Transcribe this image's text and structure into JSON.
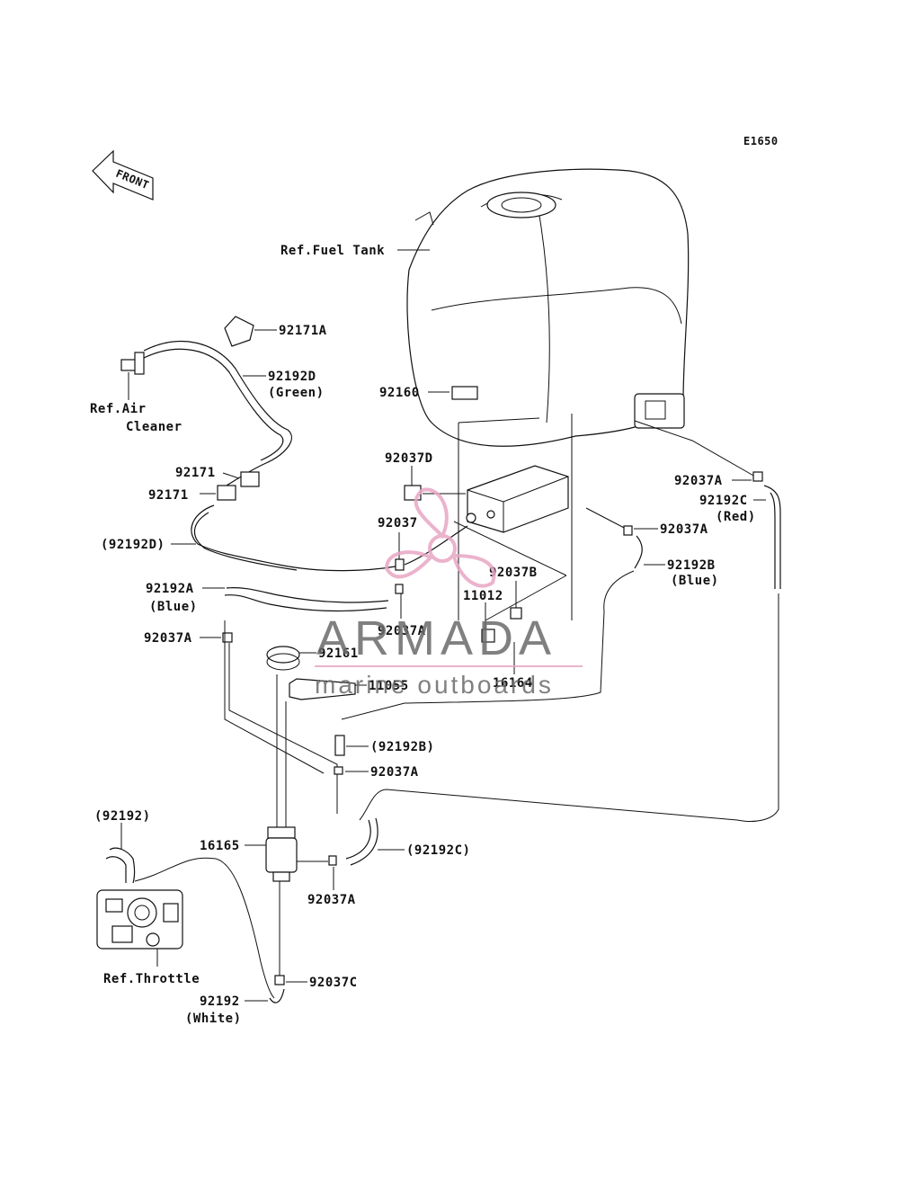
{
  "diagram_code": "E1650",
  "front_arrow_text": "FRONT",
  "labels": {
    "fuel_tank": "Ref.Fuel Tank",
    "p92171A": "92171A",
    "p92192D": "92192D",
    "green": "(Green)",
    "air_cleaner_1": "Ref.Air",
    "air_cleaner_2": "Cleaner",
    "p92160": "92160",
    "p92037D": "92037D",
    "p92171_a": "92171",
    "p92171_b": "92171",
    "p92192D_paren": "(92192D)",
    "p92037": "92037",
    "p92037B": "92037B",
    "p11012": "11012",
    "p92192A": "92192A",
    "blue_a": "(Blue)",
    "p92037A_mid": "92037A",
    "p92037A_left": "92037A",
    "p92161": "92161",
    "p11055": "11055",
    "p16164": "16164",
    "p92037A_tr": "92037A",
    "p92192C": "92192C",
    "red": "(Red)",
    "p92037A_r2": "92037A",
    "p92192B": "92192B",
    "blue_b": "(Blue)",
    "p92192B_paren": "(92192B)",
    "p92037A_c": "92037A",
    "p92192_paren": "(92192)",
    "p16165": "16165",
    "p92192C_paren": "(92192C)",
    "p92037A_b": "92037A",
    "throttle": "Ref.Throttle",
    "p92037C": "92037C",
    "p92192": "92192",
    "white": "(White)"
  },
  "watermark": {
    "title": "ARMADA",
    "subtitle": "marine outboards",
    "color_text": "#6b6b6b",
    "color_logo": "#e8a6c4"
  }
}
